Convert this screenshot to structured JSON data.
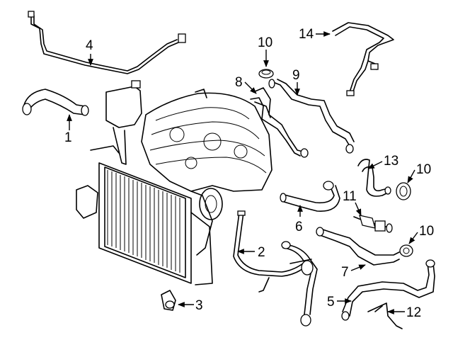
{
  "callouts": {
    "c1": "1",
    "c2": "2",
    "c3": "3",
    "c4": "4",
    "c5": "5",
    "c6": "6",
    "c7": "7",
    "c8": "8",
    "c9": "9",
    "c10a": "10",
    "c10b": "10",
    "c10c": "10",
    "c11": "11",
    "c12": "12",
    "c13": "13",
    "c14": "14"
  }
}
